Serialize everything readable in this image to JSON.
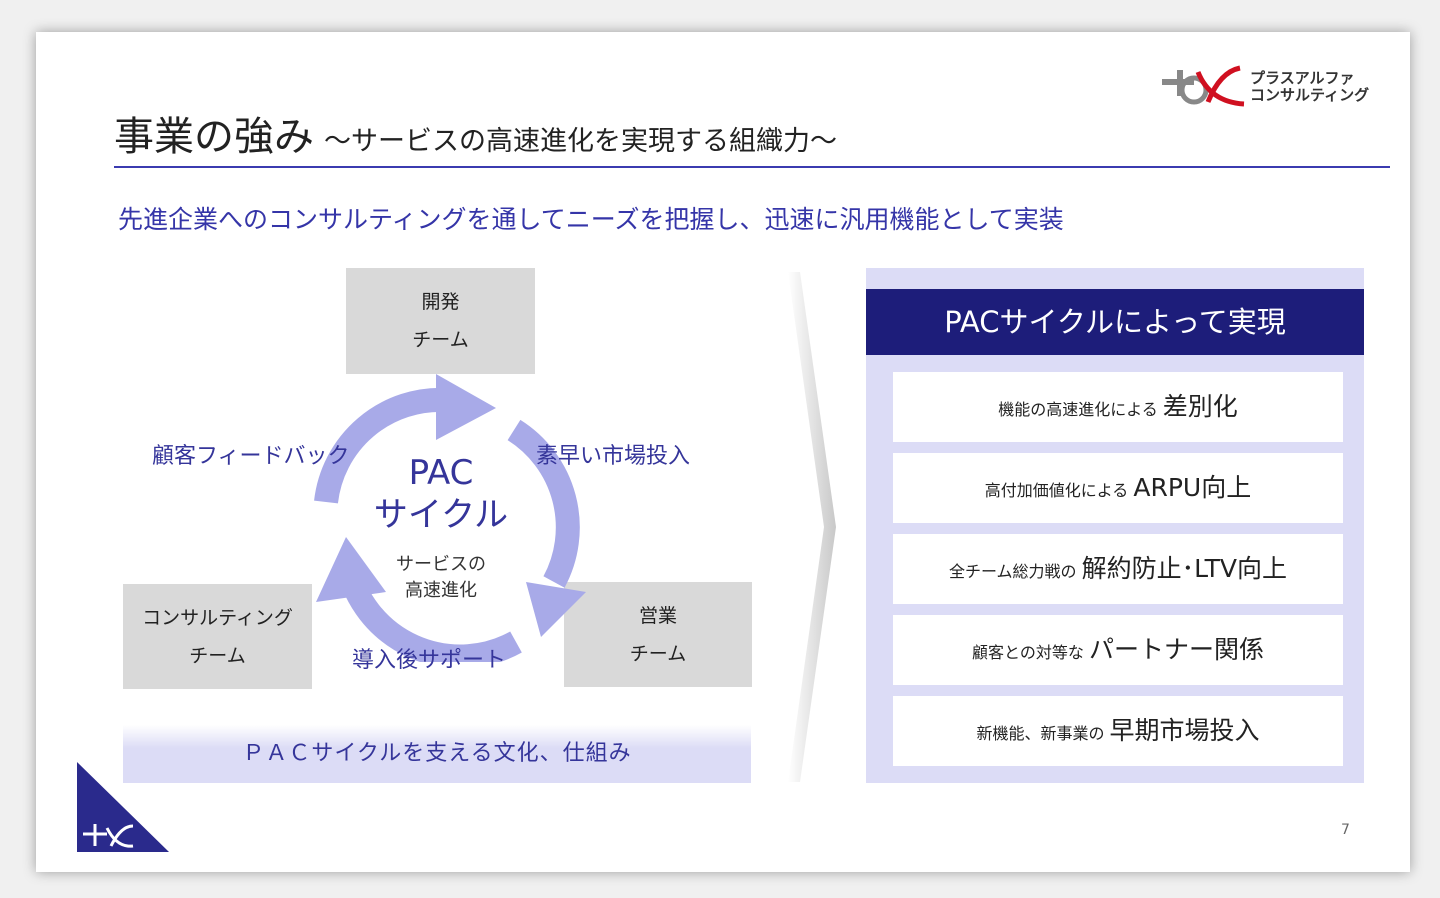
{
  "title": {
    "main": "事業の強み",
    "sub": "～サービスの高速進化を実現する組織力～"
  },
  "logo": {
    "line1": "プラスアルファ",
    "line2": "コンサルティング"
  },
  "lead": "先進企業へのコンサルティングを通してニーズを把握し、迅速に汎用機能として実装",
  "cycle": {
    "center_title": "PAC",
    "center_title2": "サイクル",
    "center_sub1": "サービスの",
    "center_sub2": "高速進化",
    "teams": [
      {
        "line1": "開発",
        "line2": "チーム"
      },
      {
        "line1": "営業",
        "line2": "チーム"
      },
      {
        "line1": "コンサルティング",
        "line2": "チーム"
      }
    ],
    "flows": [
      "素早い市場投入",
      "導入後サポート",
      "顧客フィードバック"
    ]
  },
  "culture": "ＰＡＣサイクルを支える文化、仕組み",
  "panel": {
    "header": "PACサイクルによって実現",
    "items": [
      {
        "small": "機能の高速進化による ",
        "big": "差別化"
      },
      {
        "small": "高付加価値化による ",
        "big": "ARPU向上"
      },
      {
        "small": "全チーム総力戦の ",
        "big": "解約防止･LTV向上"
      },
      {
        "small": "顧客との対等な ",
        "big": "パートナー関係"
      },
      {
        "small": "新機能、新事業の ",
        "big": "早期市場投入"
      }
    ]
  },
  "page_number": "7",
  "colors": {
    "accent": "#3b3bb0",
    "navy": "#1d1d7a",
    "arrow": "#a8aae8",
    "panel": "#dcdcf6"
  }
}
